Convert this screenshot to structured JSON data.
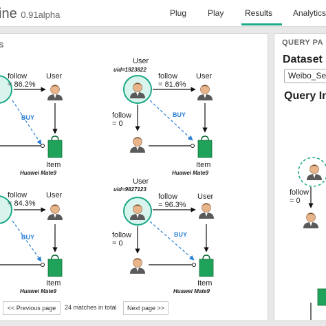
{
  "header": {
    "brand": "ine",
    "version": "0.91alpha",
    "nav": [
      "Plug",
      "Play",
      "Results",
      "Analytics"
    ],
    "active": "Results"
  },
  "left_panel": {
    "title": "S",
    "pager": {
      "prev": "<< Previous page",
      "info": "24 matches in total",
      "next": "Next page >>"
    }
  },
  "matches": {
    "m1": {
      "follow_value": "= 86.2%",
      "user": "User",
      "buy": "BUY",
      "item": "Item",
      "product": "Huawei Mate9"
    },
    "m2": {
      "uid": "uid=1923822",
      "user_top": "User",
      "follow": "follow",
      "follow_value": "= 81.6%",
      "user": "User",
      "follow_zero": "follow",
      "follow_zero_value": "= 0",
      "buy": "BUY",
      "item": "Item",
      "product": "Huawei Mate9"
    },
    "m3": {
      "follow_value": "= 84.3%",
      "user": "User",
      "buy": "BUY",
      "item": "Item",
      "product": "Huawei Mate9"
    },
    "m4": {
      "uid": "uid=9827123",
      "user_top": "User",
      "follow": "follow",
      "follow_value": "= 96.3%",
      "user": "User",
      "follow_zero": "follow",
      "follow_zero_value": "= 0",
      "buy": "BUY",
      "item": "Item",
      "product": "Huawei Mate9"
    }
  },
  "follow_word": "follow",
  "right_panel": {
    "title": "QUERY PA",
    "dataset_label": "Dataset",
    "dataset_value": "Weibo_Se",
    "query_label": "Query In",
    "follow": "follow",
    "follow_value": "= 0"
  },
  "colors": {
    "accent": "#1aa886",
    "buy_edge": "#2a7fd4",
    "item_bag": "#1fa35a"
  }
}
